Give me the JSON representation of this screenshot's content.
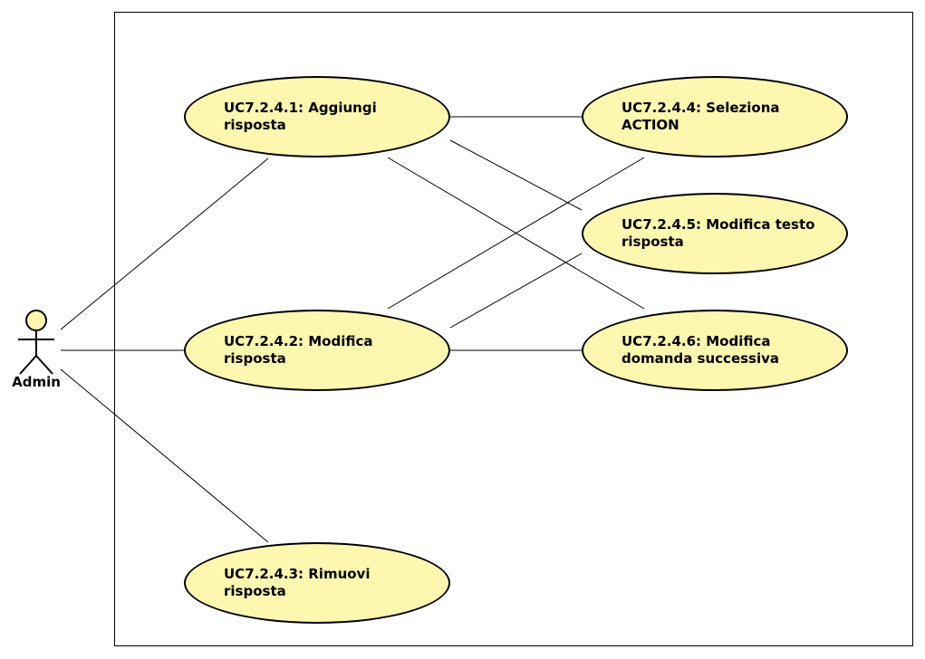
{
  "actor": {
    "label": "Admin"
  },
  "use_cases": [
    {
      "id": "uc1",
      "label": "UC7.2.4.1: Aggiungi\nrisposta"
    },
    {
      "id": "uc2",
      "label": "UC7.2.4.2: Modifica\nrisposta"
    },
    {
      "id": "uc3",
      "label": "UC7.2.4.3: Rimuovi\nrisposta"
    },
    {
      "id": "uc4",
      "label": "UC7.2.4.4: Seleziona\nACTION"
    },
    {
      "id": "uc5",
      "label": "UC7.2.4.5: Modifica testo\nrisposta"
    },
    {
      "id": "uc6",
      "label": "UC7.2.4.6: Modifica\ndomanda successiva"
    }
  ],
  "associations": [
    [
      "actor",
      "uc1"
    ],
    [
      "actor",
      "uc2"
    ],
    [
      "actor",
      "uc3"
    ],
    [
      "uc1",
      "uc4"
    ],
    [
      "uc1",
      "uc5"
    ],
    [
      "uc1",
      "uc6"
    ],
    [
      "uc2",
      "uc4"
    ],
    [
      "uc2",
      "uc5"
    ],
    [
      "uc2",
      "uc6"
    ]
  ],
  "colors": {
    "usecase_fill": "#fdf7b0",
    "actor_head": "#fdf7b0",
    "line": "#000000"
  }
}
